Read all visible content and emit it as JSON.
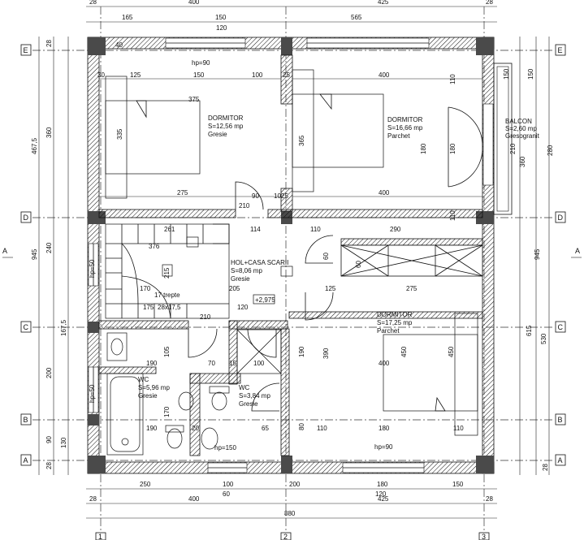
{
  "grid_letters": [
    "E",
    "D",
    "C",
    "B",
    "A"
  ],
  "grid_numbers": [
    "1",
    "2",
    "3"
  ],
  "dims": {
    "top_a": [
      "28",
      "400",
      "425",
      "28"
    ],
    "top_b": [
      "165",
      "150",
      "565"
    ],
    "top_c": "120",
    "bottom_a": [
      "250",
      "100",
      "200",
      "180",
      "150"
    ],
    "bottom_b": [
      "28",
      "400",
      "425",
      "28"
    ],
    "bottom_c": [
      "60",
      "120"
    ],
    "bottom_total": "880",
    "left_a": [
      "28",
      "360",
      "240",
      "200",
      "90",
      "28"
    ],
    "left_b": [
      "467,5",
      "167,5",
      "130"
    ],
    "left_c": [
      "945"
    ],
    "right_a": [
      "150",
      "280",
      "945",
      "28"
    ],
    "right_b": [
      "615",
      "530"
    ],
    "inner": [
      "125",
      "150",
      "100",
      "25",
      "400",
      "30",
      "40",
      "375",
      "275",
      "90",
      "210",
      "10",
      "25",
      "400",
      "114",
      "110",
      "290",
      "261",
      "376",
      "215",
      "205",
      "125",
      "275",
      "170",
      "17 trepte",
      "28x17,5",
      "175",
      "120",
      "210",
      "190",
      "105",
      "70",
      "15",
      "100",
      "190",
      "390",
      "400",
      "450",
      "450",
      "190",
      "170",
      "65",
      "20",
      "80",
      "110",
      "180",
      "110",
      "60",
      "335",
      "365",
      "180",
      "180",
      "210",
      "360",
      "110",
      "150",
      "110",
      "60"
    ]
  },
  "labels": {
    "hp_top": "hp=90",
    "hp_bottom": "hp=90",
    "hp_wc": "hp=150",
    "hp_left": "hp=50",
    "hp_left2": "hp=50",
    "level": "+2,975"
  },
  "rooms": [
    {
      "name": "DORMITOR",
      "area": "S=12,56  mp",
      "floor": "Gresie"
    },
    {
      "name": "DORMITOR",
      "area": "S=16,66  mp",
      "floor": "Parchet"
    },
    {
      "name": "BALCON",
      "area": "S=2,60  mp",
      "floor": "Gresogranit"
    },
    {
      "name": "HOL+CASA  SCARII",
      "area": "S=8,06  mp",
      "floor": "Gresie"
    },
    {
      "name": "DORMITOR",
      "area": "S=17,25  mp",
      "floor": "Parchet"
    },
    {
      "name": "WC",
      "area": "S=5,96  mp",
      "floor": "Gresie"
    },
    {
      "name": "WC",
      "area": "S=3,84  mp",
      "floor": "Gresie"
    }
  ],
  "section_marks": [
    "A",
    "A"
  ]
}
